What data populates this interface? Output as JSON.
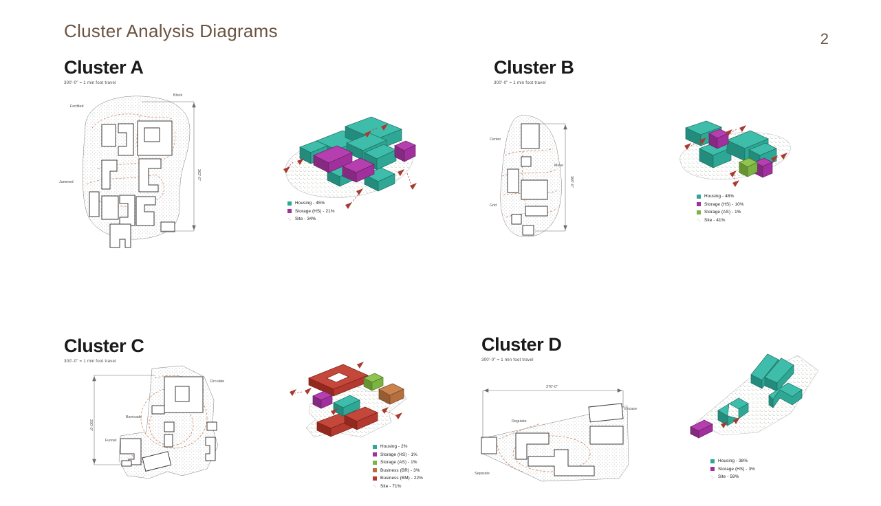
{
  "header": {
    "title": "Cluster Analysis Diagrams",
    "page_number": "2"
  },
  "scale_note": "300'-0\" = 1 min foot travel",
  "palette": {
    "housing": "#2fa795",
    "housing_top": "#3fbdab",
    "housing_side": "#238c7d",
    "storage_hs": "#a0309c",
    "storage_hs_top": "#b63fb0",
    "storage_hs_side": "#842a80",
    "storage_as": "#7cb342",
    "storage_as_top": "#8fc451",
    "storage_as_side": "#669433",
    "business_br": "#b5703f",
    "business_br_top": "#c9834f",
    "business_br_side": "#965c33",
    "business_bm": "#b4392f",
    "business_bm_top": "#c4473c",
    "business_bm_side": "#93281f",
    "site_dot": "#9a9a9a",
    "arrow": "#a73b30",
    "path": "#c8764a",
    "title_brown": "#6b5340",
    "outline": "#3a3a3a"
  },
  "clusters": [
    {
      "id": "A",
      "title": "Cluster A",
      "subtitle": "300'-0\" = 1 min foot travel",
      "plan": {
        "dimension": "362'-0\"",
        "annotations": [
          "Block",
          "Fortified",
          "Jammed"
        ]
      },
      "legend": [
        {
          "label": "Housing - 45%",
          "color": "#2fa795",
          "kind": "swatch"
        },
        {
          "label": "Storage (HS) - 21%",
          "color": "#a0309c",
          "kind": "swatch"
        },
        {
          "label": "Site - 34%",
          "color": "#9a9a9a",
          "kind": "site"
        }
      ]
    },
    {
      "id": "B",
      "title": "Cluster B",
      "subtitle": "300'-0\" = 1 min foot travel",
      "plan": {
        "dimension": "365'-0\"",
        "annotations": [
          "Center",
          "Move",
          "Grid"
        ]
      },
      "legend": [
        {
          "label": "Housing - 48%",
          "color": "#2fa795",
          "kind": "swatch"
        },
        {
          "label": "Storage (HS) - 10%",
          "color": "#a0309c",
          "kind": "swatch"
        },
        {
          "label": "Storage (AS) - 1%",
          "color": "#7cb342",
          "kind": "swatch"
        },
        {
          "label": "Site - 41%",
          "color": "#9a9a9a",
          "kind": "site"
        }
      ]
    },
    {
      "id": "C",
      "title": "Cluster C",
      "subtitle": "300'-0\" = 1 min foot travel",
      "plan": {
        "dimension": "290'-0\"",
        "annotations": [
          "Circulate",
          "Barricade",
          "Funnel"
        ]
      },
      "legend": [
        {
          "label": "Housing - 2%",
          "color": "#2fa795",
          "kind": "swatch"
        },
        {
          "label": "Storage (HS) - 1%",
          "color": "#a0309c",
          "kind": "swatch"
        },
        {
          "label": "Storage (AS) - 1%",
          "color": "#7cb342",
          "kind": "swatch"
        },
        {
          "label": "Business (BR) - 3%",
          "color": "#b5703f",
          "kind": "swatch"
        },
        {
          "label": "Business (BM) - 22%",
          "color": "#b4392f",
          "kind": "swatch"
        },
        {
          "label": "Site - 71%",
          "color": "#9a9a9a",
          "kind": "site"
        }
      ]
    },
    {
      "id": "D",
      "title": "Cluster D",
      "subtitle": "300'-0\" = 1 min foot travel",
      "plan": {
        "dimension": "370'-0\"",
        "annotations": [
          "Regulate",
          "Encase",
          "Separate"
        ]
      },
      "legend": [
        {
          "label": "Housing - 38%",
          "color": "#2fa795",
          "kind": "swatch"
        },
        {
          "label": "Storage (HS) - 3%",
          "color": "#a0309c",
          "kind": "swatch"
        },
        {
          "label": "Site - 59%",
          "color": "#9a9a9a",
          "kind": "site"
        }
      ]
    }
  ]
}
